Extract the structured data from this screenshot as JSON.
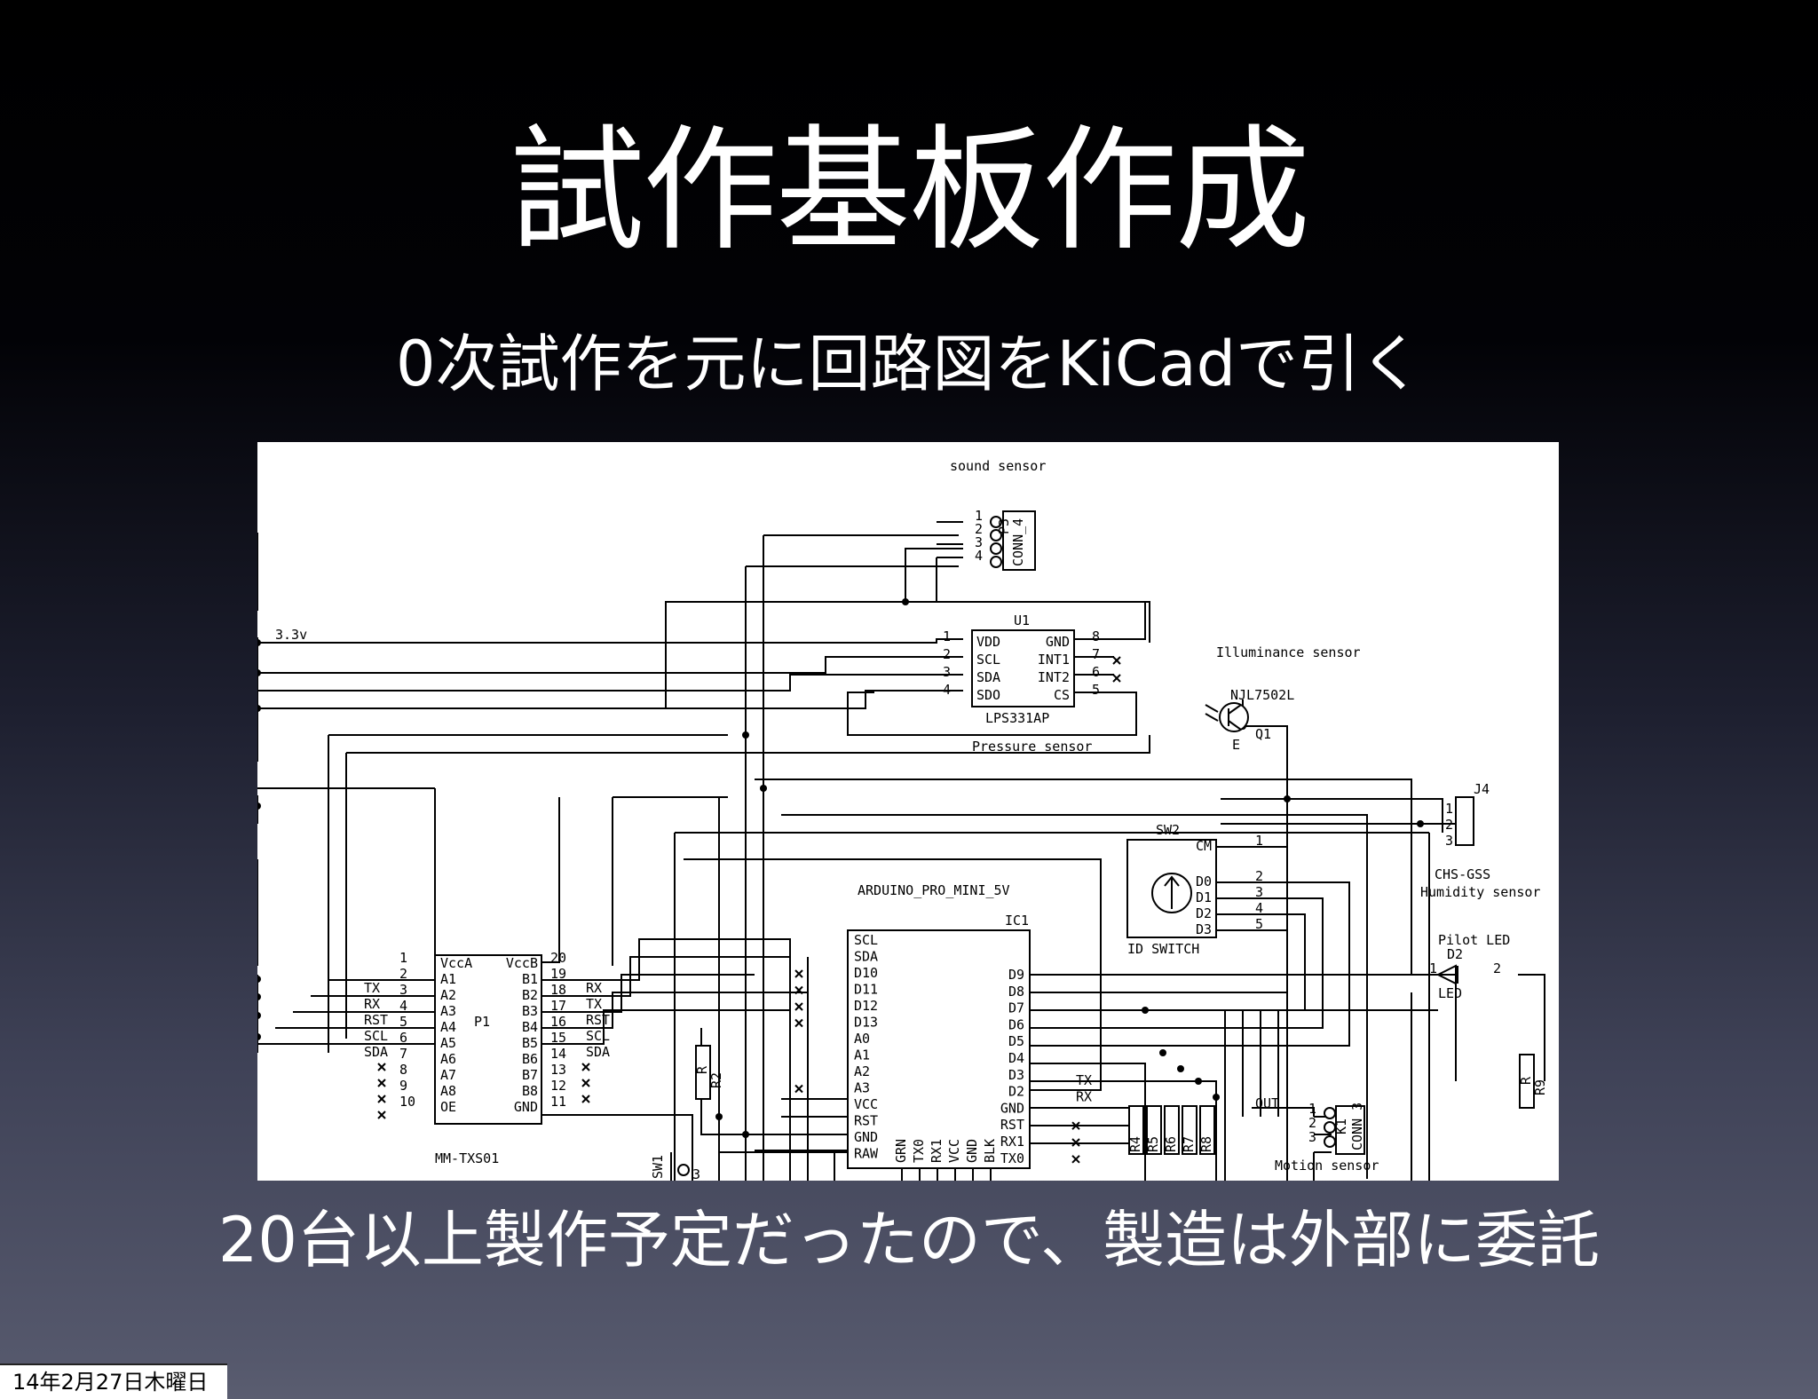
{
  "slide": {
    "title": "試作基板作成",
    "subtitle": "0次試作を元に回路図をKiCadで引く",
    "note": "20台以上製作予定だったので、製造は外部に委託",
    "footer_date": "14年2月27日木曜日"
  },
  "schematic": {
    "labels": {
      "sound_sensor": "sound sensor",
      "conn_sound": "CONN_4",
      "conn_sound_ref": "P3",
      "u1_ref": "U1",
      "u1_part": "LPS331AP",
      "u1_desc": "Pressure sensor",
      "net_3v3": "3.3v",
      "illum_title": "Illuminance sensor",
      "illum_part": "NJL7502L",
      "illum_ref": "Q1",
      "illum_pin": "E",
      "j4_ref": "J4",
      "j4_part": "CHS-GSS",
      "j4_desc": "Humidity sensor",
      "sw2_ref": "SW2",
      "sw2_part": "ID SWITCH",
      "arduino_part": "ARDUINO_PRO_MINI_5V",
      "ic1_ref": "IC1",
      "p1_ref": "P1",
      "p1_part": "MM-TXS01",
      "pilot_title": "Pilot LED",
      "d2_ref": "D2",
      "d2_part": "LED",
      "r_left": "R",
      "r2_ref": "R2",
      "r9_ref": "R9",
      "r_bank": [
        "R4",
        "R5",
        "R6",
        "R7",
        "R8"
      ],
      "out_label": "OUT",
      "k1_ref": "K1",
      "conn_motion": "CONN_3",
      "motion_sensor": "Motion sensor",
      "sw1_ref": "SW1",
      "sw_num": "3"
    },
    "conn_sound_pins": [
      "1",
      "2",
      "3",
      "4"
    ],
    "u1_left_pins": [
      {
        "num": "1",
        "name": "VDD"
      },
      {
        "num": "2",
        "name": "SCL"
      },
      {
        "num": "3",
        "name": "SDA"
      },
      {
        "num": "4",
        "name": "SDO"
      }
    ],
    "u1_right_pins": [
      {
        "num": "8",
        "name": "GND"
      },
      {
        "num": "7",
        "name": "INT1"
      },
      {
        "num": "6",
        "name": "INT2"
      },
      {
        "num": "5",
        "name": "CS"
      }
    ],
    "j4_pins": [
      "1",
      "2",
      "3"
    ],
    "sw2_pins": [
      {
        "num": "1",
        "name": "CM"
      },
      {
        "num": "2",
        "name": "D0"
      },
      {
        "num": "3",
        "name": "D1"
      },
      {
        "num": "4",
        "name": "D2"
      },
      {
        "num": "5",
        "name": "D3"
      }
    ],
    "p1_left_pins": [
      {
        "num": "1",
        "name": "VccA",
        "net": ""
      },
      {
        "num": "2",
        "name": "A1",
        "net": "TX"
      },
      {
        "num": "3",
        "name": "A2",
        "net": "RX"
      },
      {
        "num": "4",
        "name": "A3",
        "net": "RST"
      },
      {
        "num": "5",
        "name": "A4",
        "net": "SCL"
      },
      {
        "num": "6",
        "name": "A5",
        "net": "SDA"
      },
      {
        "num": "7",
        "name": "A6",
        "net": ""
      },
      {
        "num": "8",
        "name": "A7",
        "net": ""
      },
      {
        "num": "9",
        "name": "A8",
        "net": ""
      },
      {
        "num": "10",
        "name": "OE",
        "net": ""
      }
    ],
    "p1_right_pins": [
      {
        "num": "20",
        "name": "VccB",
        "net": ""
      },
      {
        "num": "19",
        "name": "B1",
        "net": "RX"
      },
      {
        "num": "18",
        "name": "B2",
        "net": "TX"
      },
      {
        "num": "17",
        "name": "B3",
        "net": "RST"
      },
      {
        "num": "16",
        "name": "B4",
        "net": "SCL"
      },
      {
        "num": "15",
        "name": "B5",
        "net": "SDA"
      },
      {
        "num": "14",
        "name": "B6",
        "net": ""
      },
      {
        "num": "13",
        "name": "B7",
        "net": ""
      },
      {
        "num": "12",
        "name": "B8",
        "net": ""
      },
      {
        "num": "11",
        "name": "GND",
        "net": ""
      }
    ],
    "ic1_left_pins": [
      "SCL",
      "SDA",
      "D10",
      "D11",
      "D12",
      "D13",
      "A0",
      "A1",
      "A2",
      "A3",
      "VCC",
      "RST",
      "GND",
      "RAW"
    ],
    "ic1_right_pins": [
      "D9",
      "D8",
      "D7",
      "D6",
      "D5",
      "D4",
      "D3",
      "D2",
      "GND",
      "RST",
      "RX1",
      "TX0"
    ],
    "ic1_right_nets": [
      "",
      "",
      "",
      "",
      "",
      "",
      "TX",
      "RX",
      "",
      "",
      "",
      ""
    ],
    "ic1_bottom_pins": [
      "GRN",
      "TX0",
      "RX1",
      "VCC",
      "GND",
      "BLK"
    ],
    "k1_pins": [
      "1",
      "2",
      "3"
    ],
    "d2_pins": [
      "1",
      "2"
    ]
  }
}
